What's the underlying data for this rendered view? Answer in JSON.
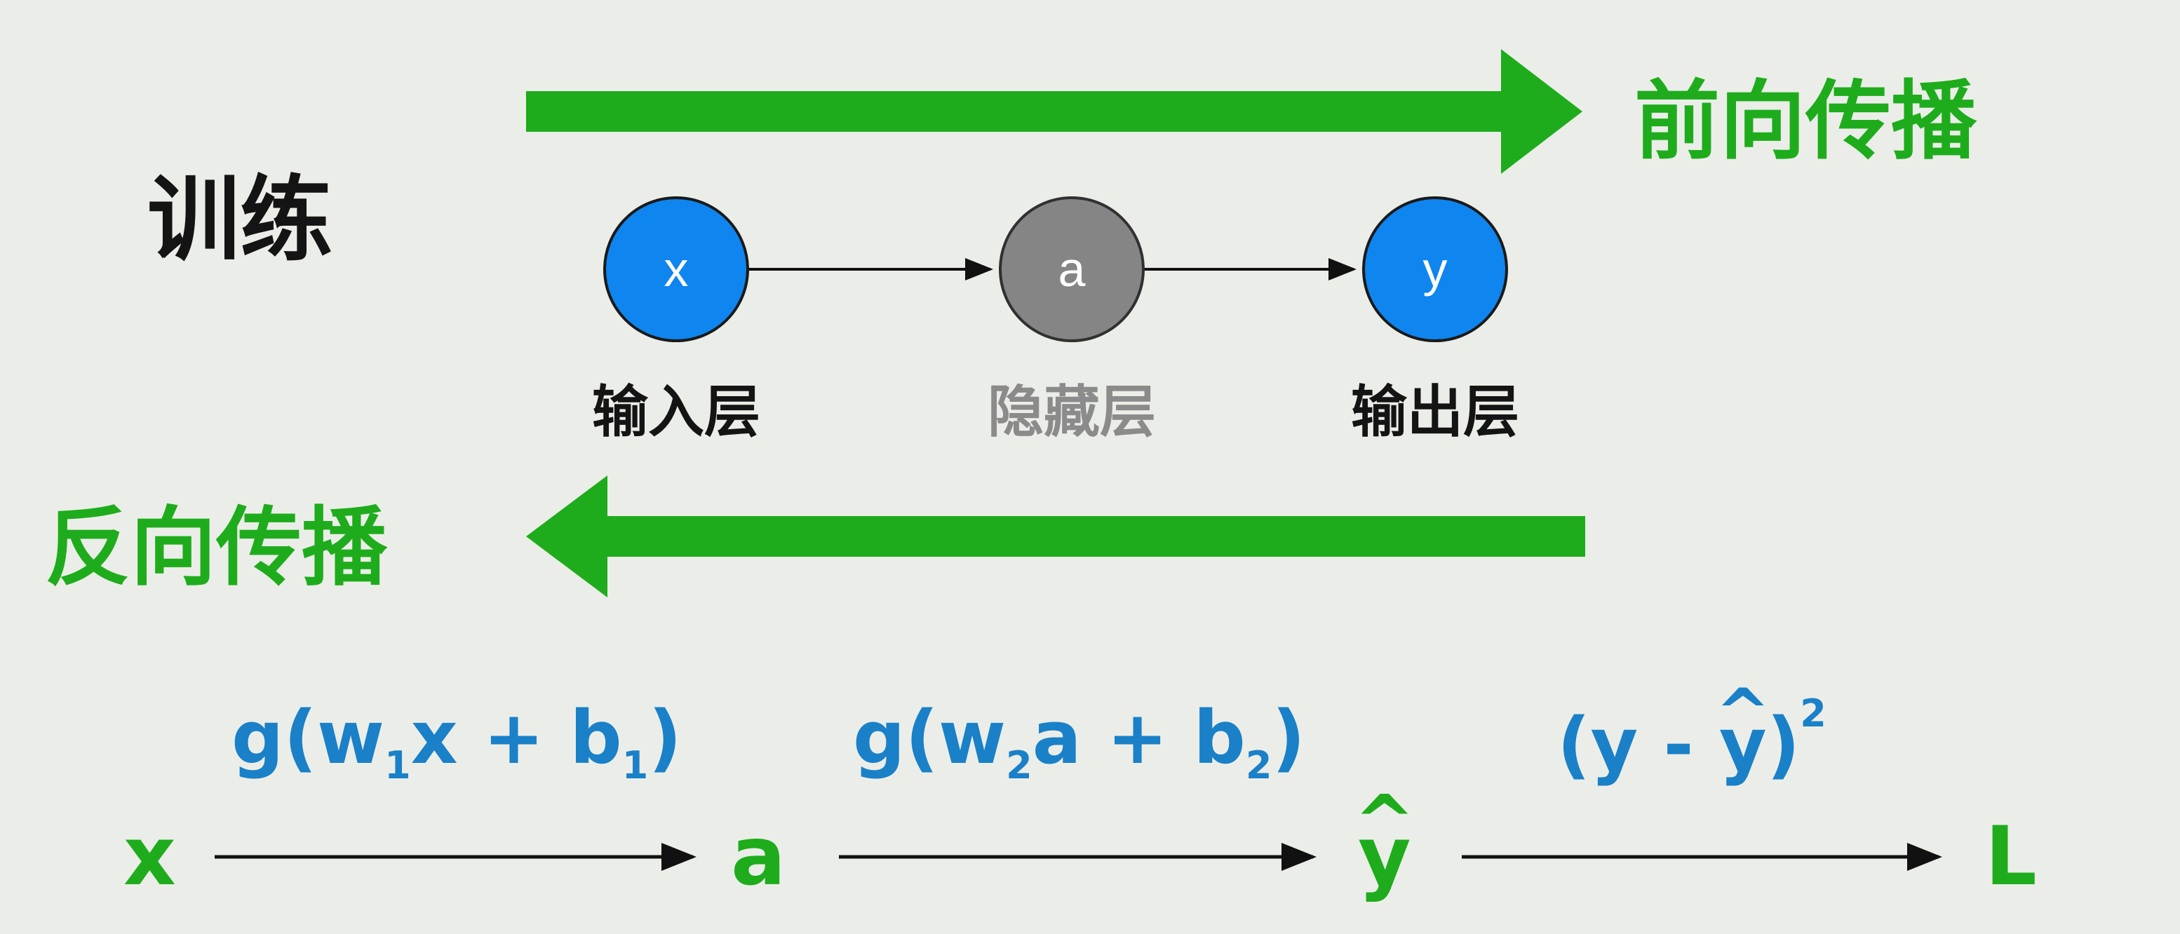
{
  "title": "训练",
  "forward_label": "前向传播",
  "backward_label": "反向传播",
  "nodes": {
    "input": {
      "symbol": "x",
      "label": "输入层"
    },
    "hidden": {
      "symbol": "a",
      "label": "隐藏层"
    },
    "output": {
      "symbol": "y",
      "label": "输出层"
    }
  },
  "equations": {
    "e1": {
      "func": "g(w",
      "sub1": "1",
      "mid": "x + b",
      "sub2": "1",
      "end": ")"
    },
    "e2": {
      "func": "g(w",
      "sub1": "2",
      "mid": "a + b",
      "sub2": "2",
      "end": ")"
    },
    "e3": {
      "open": "(y - ",
      "hat_y": "y",
      "close": ")",
      "exp": "2"
    }
  },
  "chain": {
    "x": "x",
    "a": "a",
    "y_hat": "y",
    "loss": "L"
  },
  "colors": {
    "arrow_green": "#1eac1c",
    "node_blue": "#0f85ef",
    "node_gray": "#858585",
    "formula_blue": "#1a80c8",
    "background": "#ebeee8"
  }
}
